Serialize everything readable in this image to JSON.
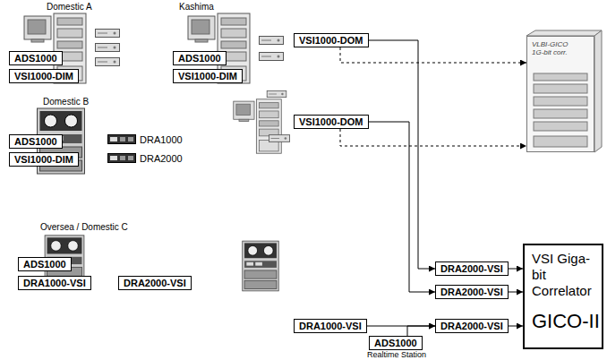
{
  "diagram": {
    "nodes": [
      {
        "text": [
          "ADS1000"
        ]
      },
      {
        "text": [
          "VSI1000-DIM"
        ]
      },
      {
        "text": [
          "ADS1000"
        ]
      },
      {
        "text": [
          "VSI1000-DIM"
        ]
      },
      {
        "text": [
          "VSI1000-DOM"
        ]
      },
      {
        "text": [
          "VLBI-GICO",
          "1G-bit corr."
        ]
      },
      {
        "text": [
          "VSI1000-DOM"
        ]
      },
      {
        "text": [
          "ADS1000"
        ]
      },
      {
        "text": [
          "VSI1000-DIM"
        ]
      },
      {
        "text": [
          "ADS1000"
        ]
      },
      {
        "text": [
          "DRA1000-VSI"
        ]
      },
      {
        "text": [
          "DRA2000-VSI"
        ]
      },
      {
        "text": [
          "DRA2000-VSI"
        ]
      },
      {
        "text": [
          "VSI Giga-bit Correlator",
          "GICO-II"
        ]
      },
      {
        "text": [
          "DRA2000-VSI"
        ]
      },
      {
        "text": [
          "DRA1000-VSI"
        ]
      },
      {
        "text": [
          "DRA2000-VSI"
        ]
      },
      {
        "text": [
          "ADS1000"
        ]
      }
    ],
    "edges": [
      {
        "from": 4,
        "to": 12,
        "arrow": "to"
      },
      {
        "from": 6,
        "to": 14,
        "arrow": "to"
      },
      {
        "from": 12,
        "to": 13,
        "arrow": "to"
      },
      {
        "from": 14,
        "to": 13,
        "arrow": "to"
      },
      {
        "from": 16,
        "to": 13,
        "arrow": "to"
      },
      {
        "from": 15,
        "to": 16,
        "arrow": "to"
      },
      {
        "from": 17,
        "to": 16,
        "arrow": "to"
      },
      {
        "from": 4,
        "to": 5,
        "arrow": "to"
      },
      {
        "from": 6,
        "to": 5,
        "arrow": "to"
      }
    ],
    "labels": [
      "Domestic A",
      "Kashima",
      "Domestic B",
      "DRA1000",
      "DRA2000",
      "Oversea / Domestic C",
      "Realtime Station"
    ]
  }
}
